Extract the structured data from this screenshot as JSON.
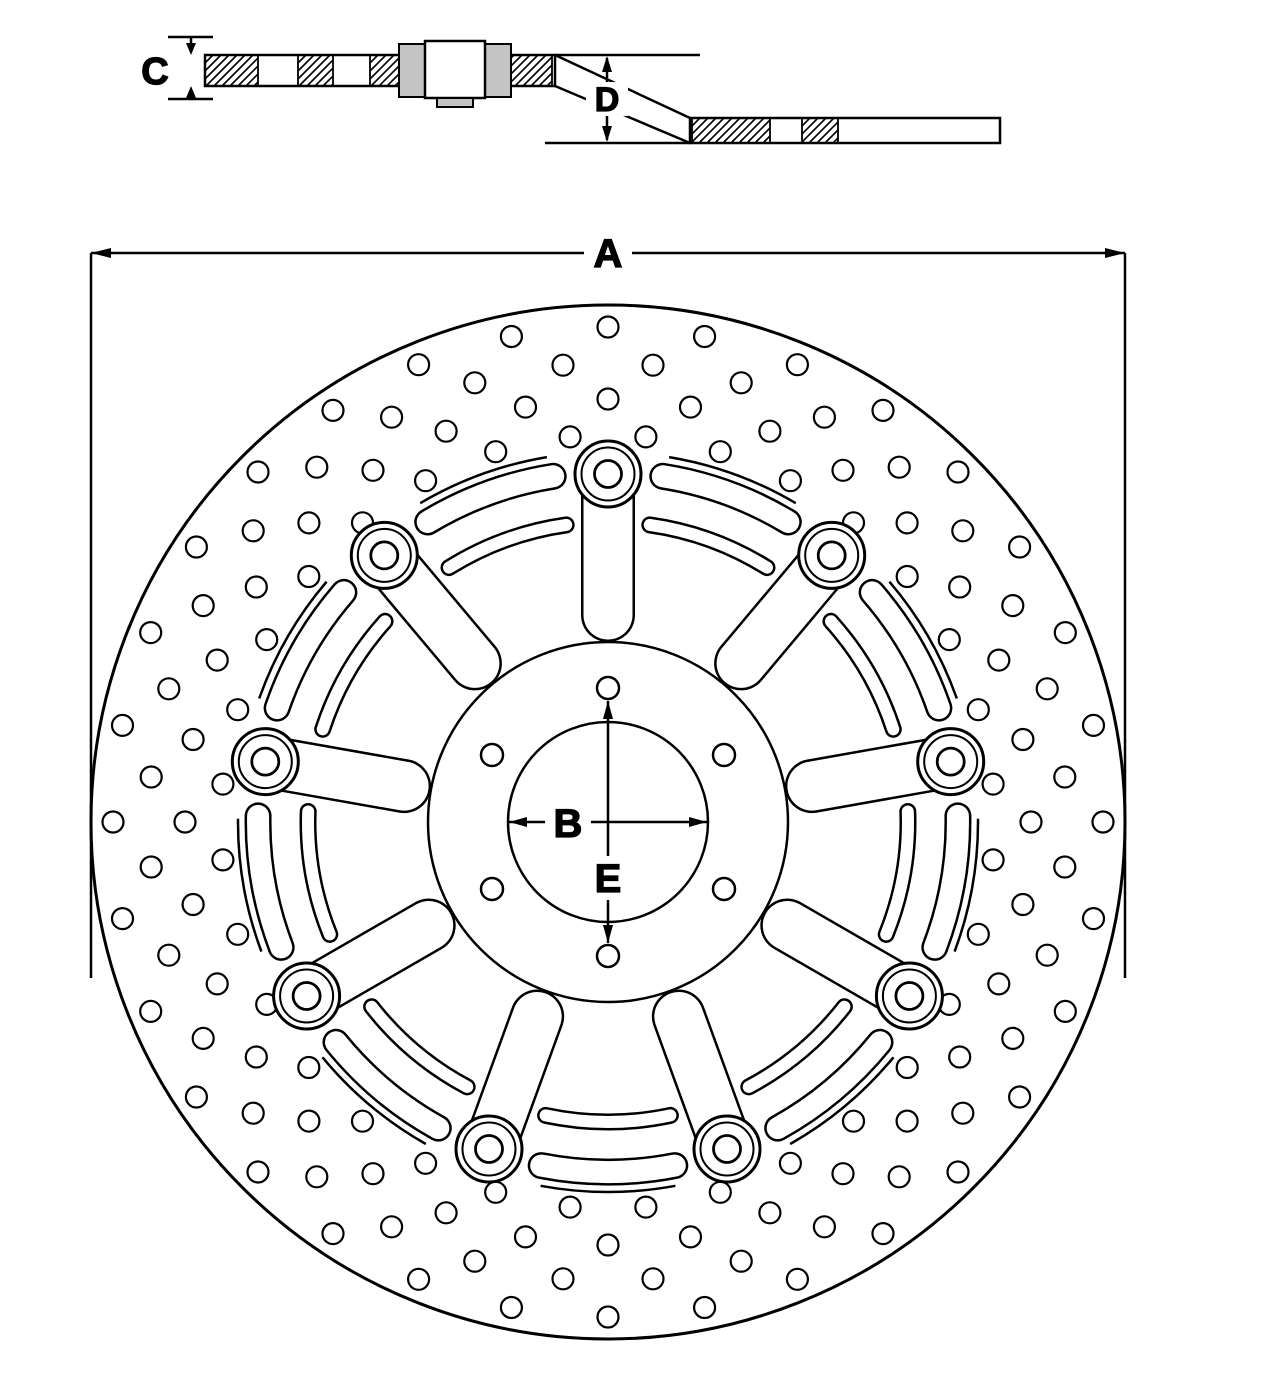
{
  "labels": {
    "a": "A",
    "b": "B",
    "c": "C",
    "d": "D",
    "e": "E"
  },
  "colors": {
    "line": "#000000",
    "background": "#ffffff",
    "shading": "#c4c4c4"
  },
  "figure": {
    "bobbins": 9,
    "bolt_holes": 6,
    "hole_rings": 4,
    "holes_per_ring": 32
  }
}
